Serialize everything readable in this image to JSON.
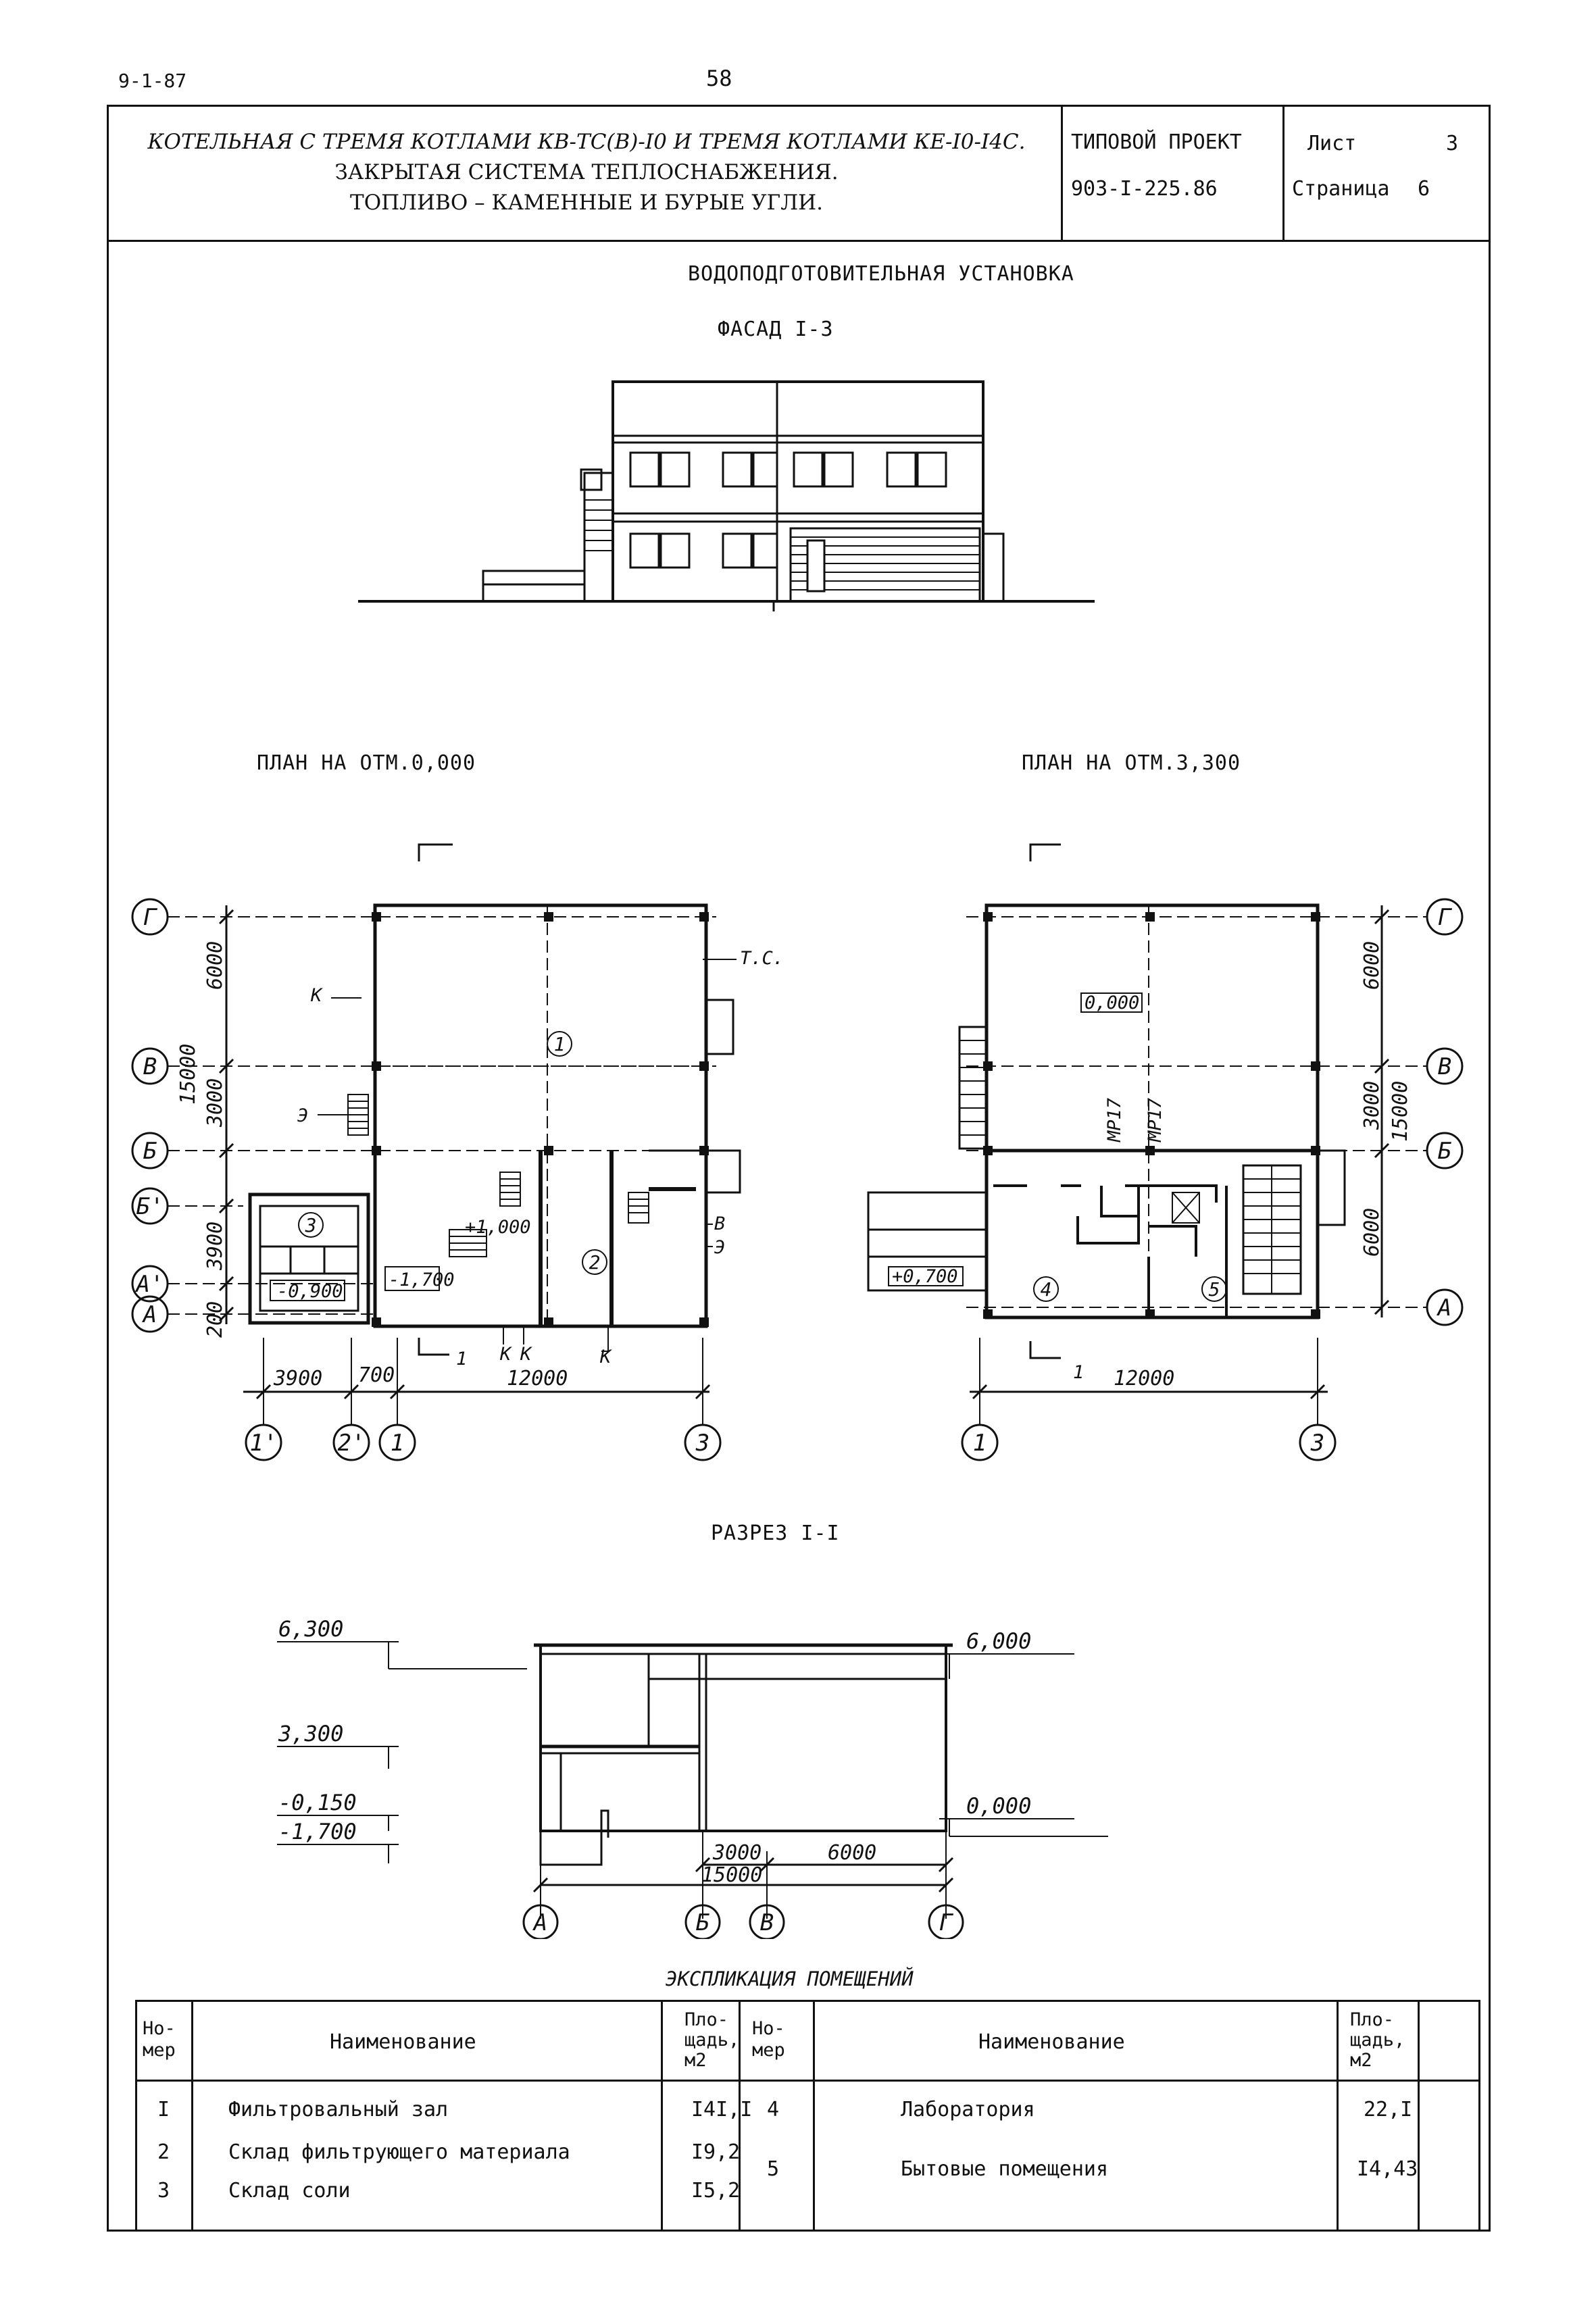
{
  "sheet_code": "9-1-87",
  "page_number": "58",
  "header": {
    "title_lines": [
      "КОТЕЛЬНАЯ С ТРЕМЯ КОТЛАМИ КВ-ТС(В)-I0 И ТРЕМЯ КОТЛАМИ КЕ-I0-I4С.",
      "ЗАКРЫТАЯ СИСТЕМА ТЕПЛОСНАБЖЕНИЯ.",
      "ТОПЛИВО – КАМЕННЫЕ И БУРЫЕ УГЛИ."
    ],
    "project_label": "ТИПОВОЙ ПРОЕКТ",
    "project_number": "903-I-225.86",
    "sheet_label": "Лист",
    "sheet_value": "3",
    "page_label": "Страница",
    "page_value": "6"
  },
  "drawing_title": "ВОДОПОДГОТОВИТЕЛЬНАЯ УСТАНОВКА",
  "facade_title": "ФАСАД I-3",
  "plan_left_title": "ПЛАН НА ОТМ.0,000",
  "plan_right_title": "ПЛАН НА ОТМ.3,300",
  "section_title": "РАЗРЕЗ I-I",
  "plan_left": {
    "axis_rows": [
      "Г",
      "В",
      "Б",
      "Б'",
      "А'",
      "А"
    ],
    "axis_cols": [
      "1'",
      "2'",
      "1",
      "3"
    ],
    "dims_vertical": [
      "6000",
      "3000",
      "15000",
      "3900",
      "200"
    ],
    "dims_horizontal": [
      "3900",
      "700",
      "12000"
    ],
    "room_marks": [
      "1",
      "2",
      "3"
    ],
    "levels": [
      "+1,000",
      "-1,700",
      "-0,900"
    ],
    "labels": [
      "Т.С.",
      "К",
      "Э",
      "В",
      "Э",
      "К",
      "К",
      "К",
      "1"
    ]
  },
  "plan_right": {
    "axis_rows": [
      "Г",
      "В",
      "Б",
      "А"
    ],
    "axis_cols": [
      "1",
      "3"
    ],
    "dims_vertical": [
      "6000",
      "3000",
      "15000",
      "6000"
    ],
    "dims_horizontal": [
      "12000"
    ],
    "room_marks": [
      "4",
      "5"
    ],
    "levels": [
      "0,000",
      "+0,700"
    ],
    "labels": [
      "МР17",
      "МР17",
      "1"
    ]
  },
  "section": {
    "levels_left": [
      "6,300",
      "3,300",
      "-0,150",
      "-1,700"
    ],
    "levels_right": [
      "6,000",
      "0,000"
    ],
    "dims": [
      "3000",
      "6000",
      "15000"
    ],
    "axes": [
      "А",
      "Б",
      "В",
      "Г"
    ]
  },
  "explication": {
    "title": "ЭКСПЛИКАЦИЯ ПОМЕЩЕНИЙ",
    "headers": {
      "num": "Но-\nмер",
      "name": "Наименование",
      "area": "Пло-\nщадь,\nм2"
    },
    "left_rows": [
      {
        "num": "I",
        "name": "Фильтровальный зал",
        "area": "I4I,I"
      },
      {
        "num": "2",
        "name": "Склад фильтрующего материала",
        "area": "I9,2"
      },
      {
        "num": "3",
        "name": "Склад соли",
        "area": "I5,2"
      }
    ],
    "right_rows": [
      {
        "num": "4",
        "name": "Лаборатория",
        "area": "22,I"
      },
      {
        "num": "5",
        "name": "Бытовые помещения",
        "area": "I4,43"
      }
    ]
  }
}
